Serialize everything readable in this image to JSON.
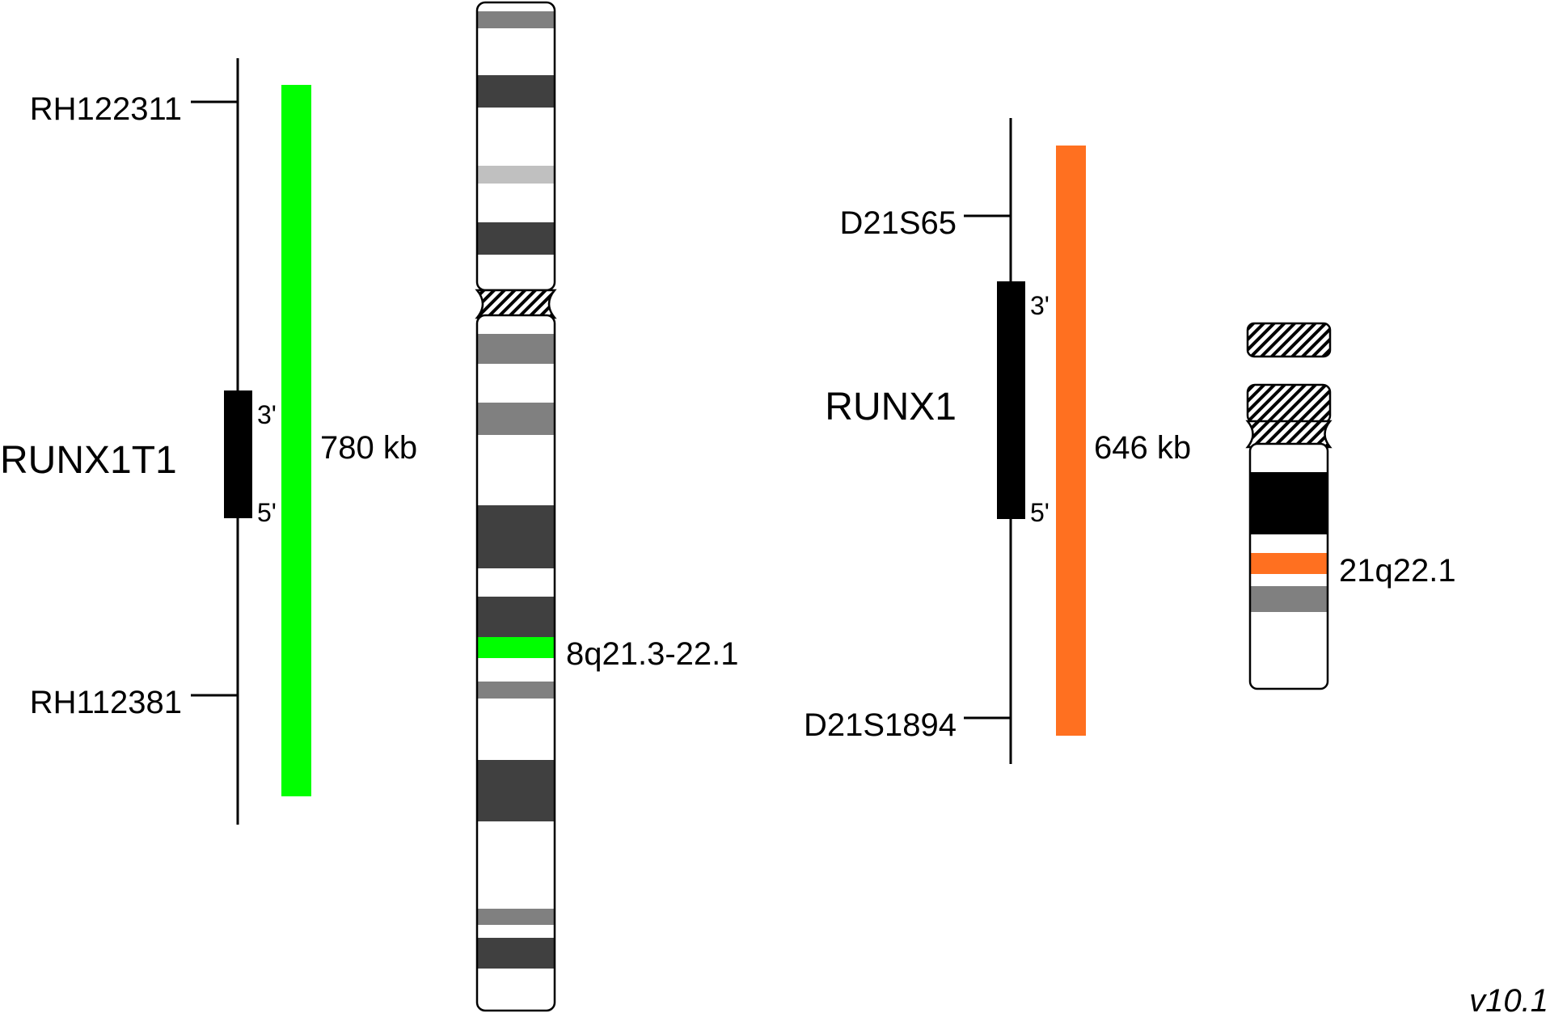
{
  "probe_left": {
    "marker_top": "RH122311",
    "marker_bottom": "RH112381",
    "gene": "RUNX1T1",
    "strand_top": "3'",
    "strand_bottom": "5'",
    "probe_size": "780 kb",
    "probe_color": "#00ff00",
    "chromosome_band": "8q21.3-22.1"
  },
  "probe_right": {
    "marker_top": "D21S65",
    "marker_bottom": "D21S1894",
    "gene": "RUNX1",
    "strand_top": "3'",
    "strand_bottom": "5'",
    "probe_size": "646 kb",
    "probe_color": "#ff7020",
    "chromosome_band": "21q22.1"
  },
  "version": "v10.1",
  "colors": {
    "band_dark": "#404040",
    "band_medium": "#808080",
    "band_light": "#c0c0c0",
    "band_black": "#000000",
    "outline": "#000000"
  }
}
